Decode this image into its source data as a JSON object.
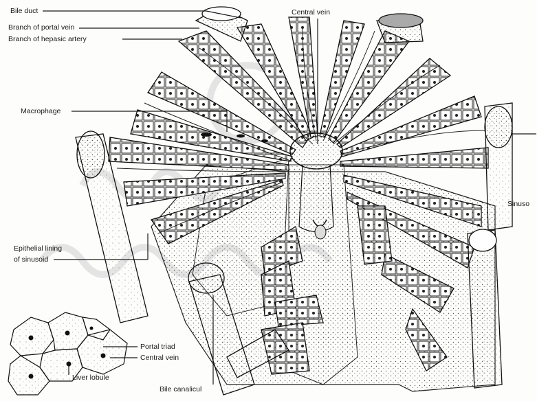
{
  "labels": {
    "bile_duct": "Bile duct",
    "branch_portal_vein": "Branch of portal vein",
    "branch_hepatic_artery": "Branch of hepasic artery",
    "central_vein_top": "Central vein",
    "macrophage": "Macrophage",
    "sinusoid": "Sinuso",
    "epithelial_lining_1": "Epithelial lining",
    "epithelial_lining_2": "of sinusoid",
    "portal_triad": "Portal triad",
    "central_vein_inset": "Central vein",
    "liver_lobule": "Liver lobule",
    "bile_canaliculi": "Bile canalicul"
  },
  "colors": {
    "ink": "#1a1a1a",
    "paper": "#fdfdfb",
    "watermark": "#e6e6e6"
  }
}
